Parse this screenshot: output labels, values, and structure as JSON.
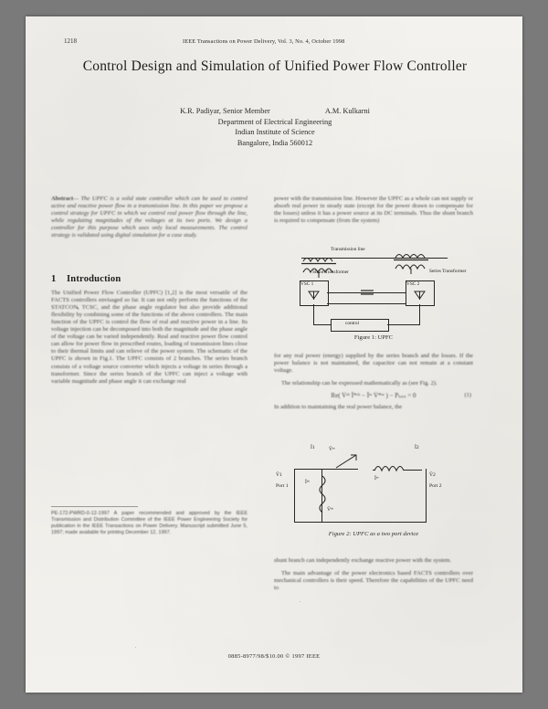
{
  "document": {
    "type": "scanned-journal-article",
    "folio": "1218",
    "running_head": "IEEE Transactions on Power Delivery, Vol. 3, No. 4, October 1998",
    "title": "Control Design and Simulation of Unified Power Flow Controller",
    "authors": [
      {
        "name": "K.R. Padiyar, Senior Member"
      },
      {
        "name": "A.M. Kulkarni"
      }
    ],
    "affiliation": [
      "Department of Electrical Engineering",
      "Indian Institute of Science",
      "Bangalore, India 560012"
    ],
    "copyright_line": "0885-8977/98/$10.00 © 1997 IEEE"
  },
  "abstract": {
    "label": "Abstract",
    "text": "The UPFC is a solid state controller which can be used to control active and reactive power flow in a transmission line. In this paper we propose a control strategy for UPFC in which we control real power flow through the line, while regulating magnitudes of the voltages at its two ports. We design a controller for this purpose which uses only local measurements. The control strategy is validated using digital simulation for a case study."
  },
  "sections": [
    {
      "number": "1",
      "heading": "Introduction",
      "paragraphs_left": [
        "The Unified Power Flow Controller (UPFC) [1,2] is the most versatile of the FACTS controllers envisaged so far. It can not only perform the functions of the STATCON, TCSC, and the phase angle regulator but also provide additional flexibility by combining some of the functions of the above controllers. The main function of the UPFC is control the flow of real and reactive power in a line. Its voltage injection can be decomposed into both the magnitude and the phase angle of the voltage can be varied independently. Real and reactive power flow control can allow for power flow in prescribed routes, loading of transmission lines close to their thermal limits and can relieve of the power system. The schematic of the UPFC is shown in Fig.1. The UPFC consists of 2 branches. The series branch consists of a voltage source converter which injects a voltage in series through a transformer. Since the series branch of the UPFC can inject a voltage with variable magnitude and phase angle it can exchange real"
      ],
      "paragraphs_right_top": [
        "power with the transmission line. However the UPFC as a whole can not supply or absorb real power in steady state (except for the power drawn to compensate for the losses) unless it has a power source at its DC terminals. Thus the shunt branch is required to compensate (from the system)"
      ],
      "paragraphs_right_mid": [
        "for any real power (energy) supplied by the series branch and the losses. If the power balance is not maintained, the capacitor can not remain at a constant voltage.",
        "The relationship can be expressed mathematically as (see Fig. 2)."
      ],
      "paragraphs_right_after_eq": [
        "In addition to maintaining the real power balance, the"
      ],
      "paragraphs_right_bottom": [
        "shunt branch can independently exchange reactive power with the system.",
        "The main advantage of the power electronics based FACTS controllers over mechanical controllers is their speed. Therefore the capabilities of the UPFC need to"
      ]
    }
  ],
  "equations": [
    {
      "tag": "(1)",
      "text": "Re( V̂ˢʰ Î*ˢʰ − Îˢᵉ V̂*ˢᵉ ) − Pₗₒₛₛ = 0"
    }
  ],
  "figures": [
    {
      "id": "figure-1",
      "caption": "Figure 1: UPFC",
      "labels": {
        "transmission_line": "Transmission line",
        "shunt_transformer": "Shunt Transformer",
        "series_transformer": "Series Transformer",
        "vsc1": "VSC 1",
        "vsc2": "VSC 2",
        "control": "control"
      }
    },
    {
      "id": "figure-2",
      "caption": "Figure 2: UPFC as a two port device",
      "labels": {
        "port1": "Port 1",
        "port2": "Port 2",
        "v1": "V̂1",
        "v2": "V̂2",
        "i1": "Î1",
        "i2": "Î2",
        "ise": "Îˢᵉ",
        "ish": "Îˢʰ",
        "vse": "V̂ˢᵉ",
        "vsh": "V̂ˢʰ"
      }
    }
  ],
  "footnote": {
    "text": "PE-172-PWRD-0-12-1997  A paper recommended and approved by the IEEE Transmission and Distribution Committee of the IEEE Power Engineering Society for publication in the IEEE Transactions on Power Delivery. Manuscript submitted June 5, 1997; made available for printing December 12, 1997."
  },
  "colors": {
    "page": "#f2f0ec",
    "ink": "#1d1a17",
    "backdrop": "#7a7a7a"
  }
}
